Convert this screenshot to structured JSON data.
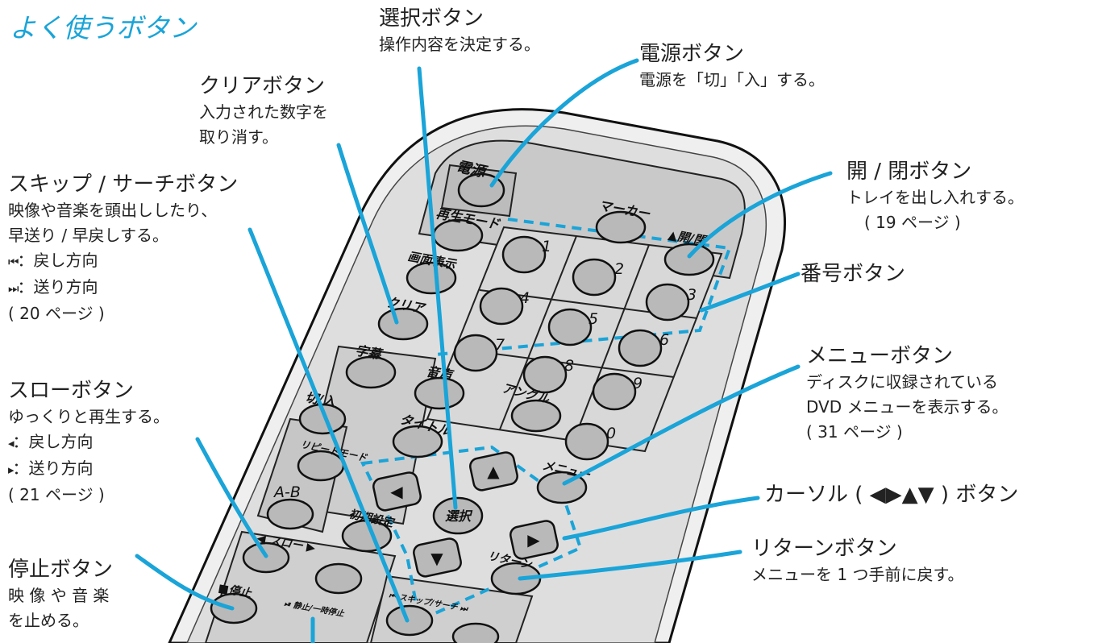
{
  "title": "よく使うボタン",
  "colors": {
    "accent": "#1aa4d8",
    "remote_body": "#dcdcdc",
    "panel": "#c9c9c9",
    "button": "#b8b8b8",
    "outline": "#111111"
  },
  "callouts": {
    "select": {
      "title": "選択ボタン",
      "desc": [
        "操作内容を決定する。"
      ]
    },
    "power": {
      "title": "電源ボタン",
      "desc": [
        "電源を「切」「入」する。"
      ]
    },
    "clear": {
      "title": "クリアボタン",
      "desc": [
        "入力された数字を",
        "取り消す。"
      ]
    },
    "skip": {
      "title": "スキップ / サーチボタン",
      "desc": [
        "映像や音楽を頭出ししたり、",
        "早送り / 早戻しする。"
      ],
      "back_icon": "⏮",
      "back": "：戻し方向",
      "fwd_icon": "⏭",
      "fwd": "：送り方向",
      "ref": "(  20 ページ )"
    },
    "slow": {
      "title": "スローボタン",
      "desc": [
        "ゆっくりと再生する。"
      ],
      "back_icon": "◂",
      "back": "：戻し方向",
      "fwd_icon": "▸",
      "fwd": "：送り方向",
      "ref": "(  21 ページ )"
    },
    "stop": {
      "title": "停止ボタン",
      "desc": [
        "映 像 や 音 楽",
        "を止める。"
      ]
    },
    "open_close": {
      "title": "開 / 閉ボタン",
      "desc": [
        "トレイを出し入れする。"
      ],
      "ref": "(  19 ページ )"
    },
    "number": {
      "title": "番号ボタン"
    },
    "menu": {
      "title": "メニューボタン",
      "desc": [
        "ディスクに収録されている",
        "DVD メニューを表示する。"
      ],
      "ref": "(  31 ページ )"
    },
    "cursor": {
      "title": "カーソル ( ◀▶▲▼ ) ボタン"
    },
    "return": {
      "title": "リターンボタン",
      "desc": [
        "メニューを 1 つ手前に戻す。"
      ]
    }
  },
  "remote": {
    "power": "電源",
    "play_mode": "再生モード",
    "marker": "マーカー",
    "open_close": "▲開/閉",
    "display": "画面表示",
    "clear": "クリア",
    "subtitle": "字幕",
    "on_off": "切/入",
    "audio": "音声",
    "angle": "アングル",
    "title_btn": "タイトル",
    "repeat_mode": "リピートモード",
    "ab": "A-B",
    "menu": "メニュー",
    "setup": "初期設定",
    "select": "選択",
    "return": "リターン",
    "slow": "◀ スロー ▶",
    "stop": "■停止",
    "pause": "⏯ 静止/一時停止",
    "skip_search": "⏮ スキップ/サーチ ⏭",
    "digits": [
      "1",
      "2",
      "3",
      "4",
      "5",
      "6",
      "7",
      "8",
      "9",
      "0"
    ]
  }
}
